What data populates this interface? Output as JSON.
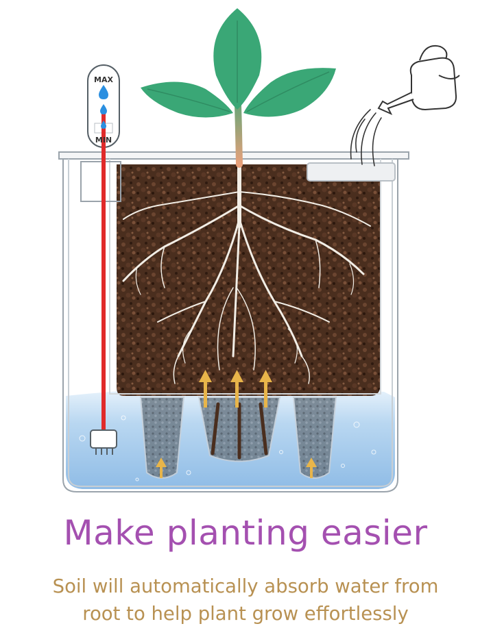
{
  "gauge": {
    "max_label": "MAX",
    "min_label": "MIN"
  },
  "caption": {
    "headline": "Make planting easier",
    "line1": "Soil will automatically absorb water from",
    "line2": "root to help plant grow effortlessly"
  },
  "colors": {
    "headline": "#a450b0",
    "subline": "#b89152",
    "leaf": "#3aa776",
    "soil": "#4a2e1e",
    "water": "#a9cdee",
    "gauge_rod": "#e02a2a",
    "arrow": "#e8b54a"
  },
  "icons": [
    "watering-can-icon",
    "water-drop-icon",
    "up-arrow-icon"
  ]
}
